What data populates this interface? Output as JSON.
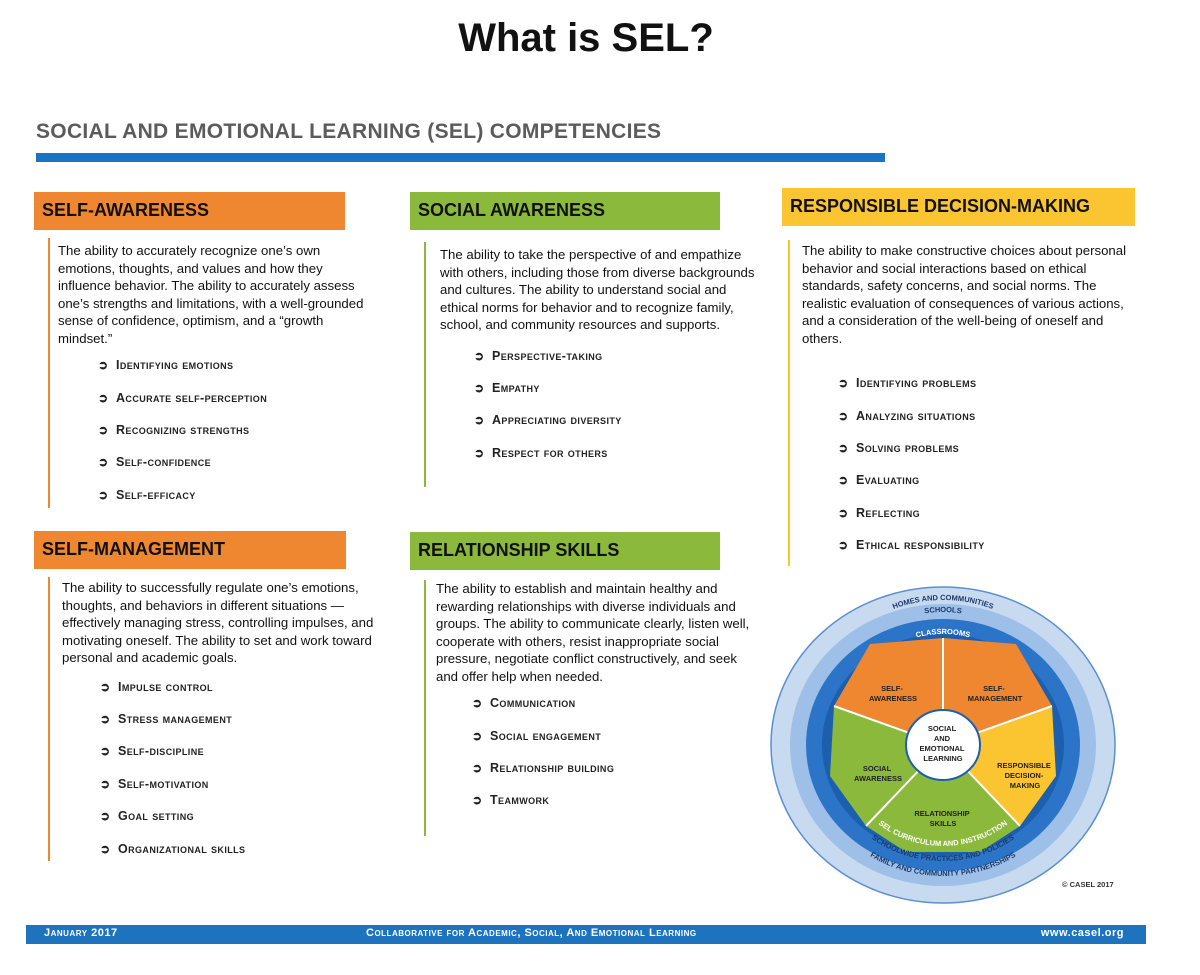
{
  "title": "What is SEL?",
  "section_heading": "SOCIAL AND EMOTIONAL LEARNING (SEL) COMPETENCIES",
  "colors": {
    "orange": "#ef8730",
    "green": "#8ab93c",
    "yellow": "#fbc531",
    "blue": "#1e73be"
  },
  "bullet_icon": "arrow-icon",
  "competencies": {
    "self_awareness": {
      "title": "SELF-AWARENESS",
      "description": "The ability to accurately recognize one’s own emotions, thoughts, and values and how they influence behavior. The ability to accurately assess one’s strengths and limitations, with a well-grounded sense of confidence, optimism, and a “growth mindset.”",
      "skills": [
        "Identifying emotions",
        "Accurate self-perception",
        "Recognizing strengths",
        "Self-confidence",
        "Self-efficacy"
      ]
    },
    "social_awareness": {
      "title": "SOCIAL AWARENESS",
      "description": "The ability to take the perspective of and empathize with others, including those from diverse backgrounds and cultures. The ability to understand social and ethical norms for behavior and to recognize family, school, and community resources and supports.",
      "skills": [
        "Perspective-taking",
        "Empathy",
        "Appreciating diversity",
        "Respect for others"
      ]
    },
    "responsible_decision_making": {
      "title": "RESPONSIBLE DECISION-MAKING",
      "description": "The ability to make constructive choices about personal behavior and social interactions based on ethical standards, safety concerns, and social norms. The realistic evaluation of consequences of various actions, and a consideration of the well-being of oneself and others.",
      "skills": [
        "Identifying problems",
        "Analyzing situations",
        "Solving problems",
        "Evaluating",
        "Reflecting",
        "Ethical responsibility"
      ]
    },
    "self_management": {
      "title": "SELF-MANAGEMENT",
      "description": "The ability to successfully regulate one’s emotions, thoughts, and behaviors in different situations — effectively managing stress, controlling impulses, and motivating oneself. The ability to set and work toward personal and academic goals.",
      "skills": [
        "Impulse control",
        "Stress management",
        "Self-discipline",
        "Self-motivation",
        "Goal setting",
        "Organizational skills"
      ]
    },
    "relationship_skills": {
      "title": "RELATIONSHIP SKILLS",
      "description": "The ability to establish and maintain healthy and rewarding relationships with diverse individuals and groups. The ability to communicate clearly, listen well, cooperate with others, resist inappropriate social pressure, negotiate conflict constructively, and seek and offer help when needed.",
      "skills": [
        "Communication",
        "Social engagement",
        "Relationship building",
        "Teamwork"
      ]
    }
  },
  "wheel": {
    "outer_top": "HOMES AND COMMUNITIES",
    "schools": "SCHOOLS",
    "classrooms": "CLASSROOMS",
    "center": [
      "SOCIAL",
      "AND",
      "EMOTIONAL",
      "LEARNING"
    ],
    "seg_self_awareness": [
      "SELF-",
      "AWARENESS"
    ],
    "seg_self_management": [
      "SELF-",
      "MANAGEMENT"
    ],
    "seg_responsible": [
      "RESPONSIBLE",
      "DECISION-",
      "MAKING"
    ],
    "seg_relationship": [
      "RELATIONSHIP",
      "SKILLS"
    ],
    "seg_social": [
      "SOCIAL",
      "AWARENESS"
    ],
    "ring_bottom_1": "SEL CURRICULUM AND INSTRUCTION",
    "ring_bottom_2": "SCHOOLWIDE PRACTICES AND POLICIES",
    "ring_bottom_3": "FAMILY AND COMMUNITY PARTNERSHIPS"
  },
  "copyright": "© CASEL 2017",
  "footer": {
    "date": "January 2017",
    "org": "Collaborative for Academic, Social, And Emotional Learning",
    "url": "www.casel.org"
  }
}
